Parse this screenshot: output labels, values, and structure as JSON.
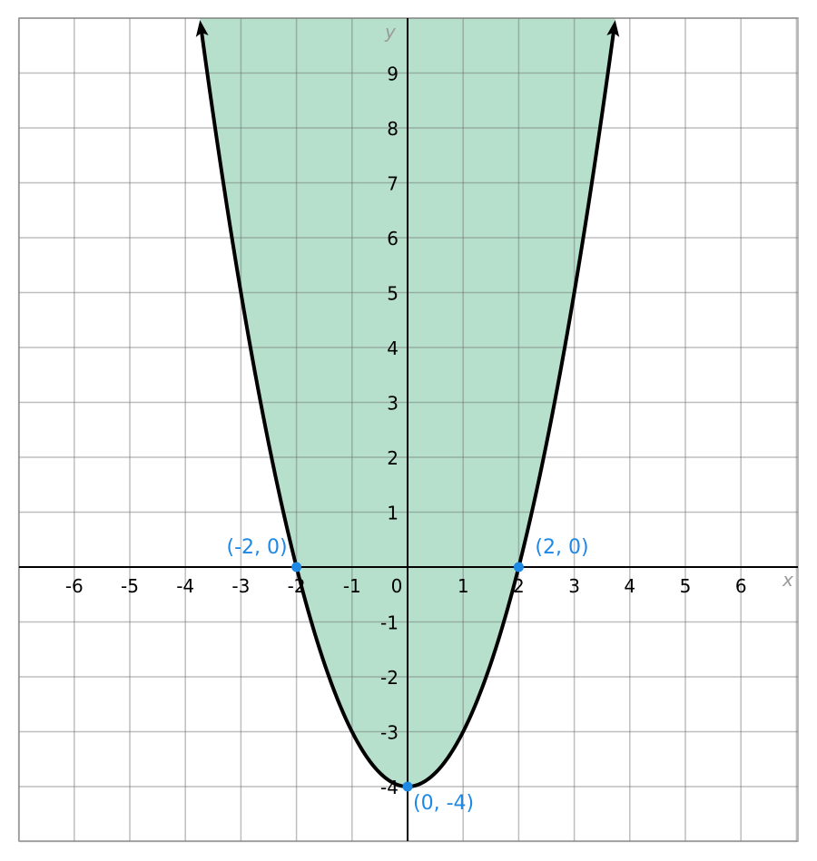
{
  "chart_data": {
    "type": "line",
    "title": "",
    "function": "y = x^2 - 4",
    "shading": "region above/inside parabola (y >= x^2 - 4)",
    "xlabel": "x",
    "ylabel": "y",
    "xlim": [
      -7,
      7
    ],
    "ylim": [
      -5,
      10
    ],
    "grid": true,
    "x_ticks": [
      "-6",
      "-5",
      "-4",
      "-3",
      "-2",
      "-1",
      "0",
      "1",
      "2",
      "3",
      "4",
      "5",
      "6"
    ],
    "y_ticks": [
      "9",
      "8",
      "7",
      "6",
      "5",
      "4",
      "3",
      "2",
      "1",
      "-1",
      "-2",
      "-3",
      "-4"
    ],
    "points": [
      {
        "label": "(-2, 0)",
        "x": -2,
        "y": 0
      },
      {
        "label": "(2, 0)",
        "x": 2,
        "y": 0
      },
      {
        "label": "(0, -4)",
        "x": 0,
        "y": -4
      }
    ],
    "colors": {
      "fill": "#b6e0cc",
      "curve": "#000000",
      "point": "#1e88e5",
      "grid": "#c8c8c8"
    }
  }
}
